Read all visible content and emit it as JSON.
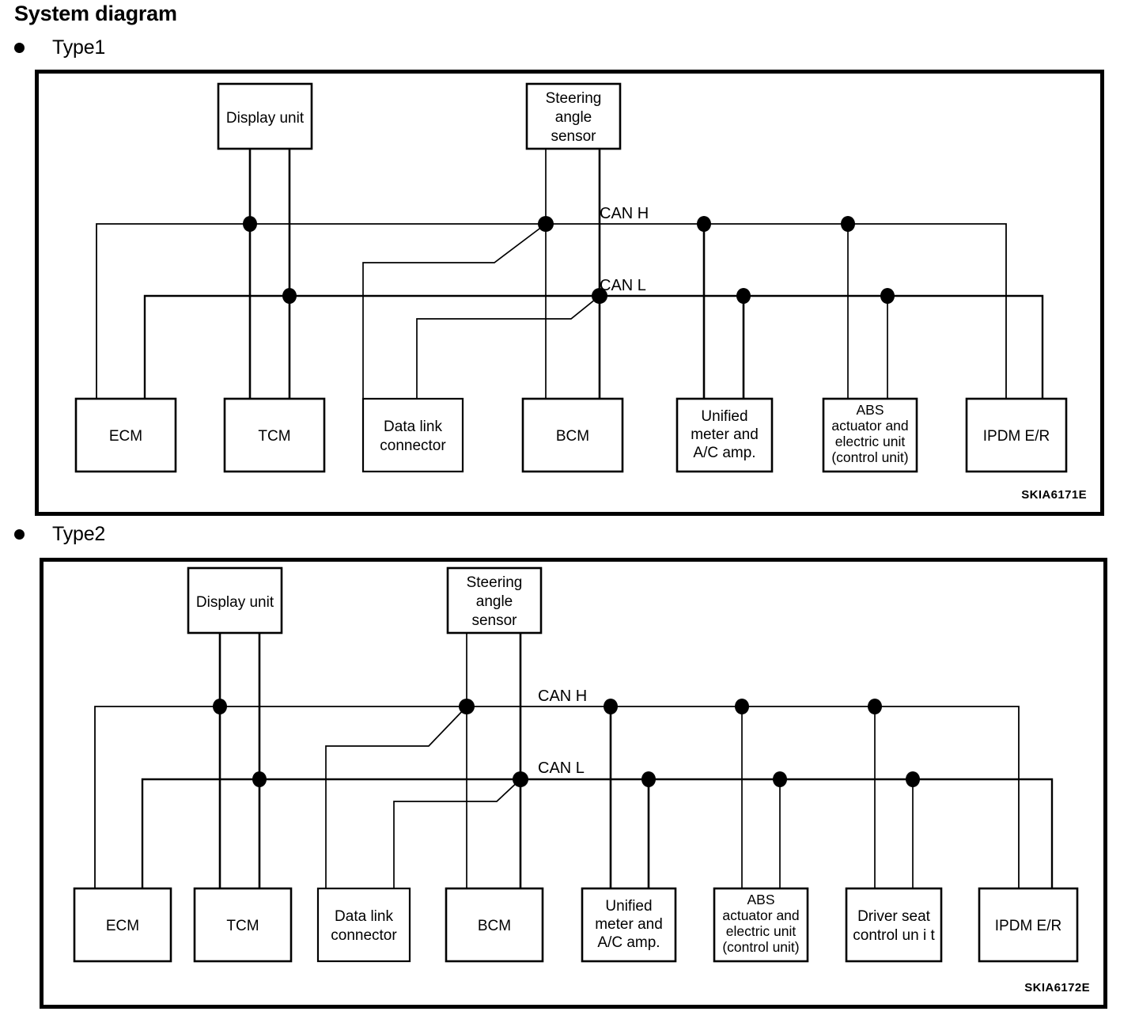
{
  "page": {
    "title": "System diagram"
  },
  "sections": [
    {
      "id": "type1",
      "bullet_label": "Type1",
      "code": "SKIA6171E",
      "bus_labels": {
        "can_h": "CAN H",
        "can_l": "CAN L"
      },
      "top_units": [
        {
          "id": "display-unit",
          "lines": [
            "Display unit"
          ]
        },
        {
          "id": "steering-angle-sensor",
          "lines": [
            "Steering",
            "angle",
            "sensor"
          ]
        }
      ],
      "bottom_units": [
        {
          "id": "ecm",
          "lines": [
            "ECM"
          ]
        },
        {
          "id": "tcm",
          "lines": [
            "TCM"
          ]
        },
        {
          "id": "data-link-connector",
          "lines": [
            "Data link",
            "connector"
          ]
        },
        {
          "id": "bcm",
          "lines": [
            "BCM"
          ]
        },
        {
          "id": "unified-meter-and-ac-amp",
          "lines": [
            "Unified",
            "meter and",
            "A/C amp."
          ]
        },
        {
          "id": "abs-actuator-and-electric-unit",
          "lines": [
            "ABS",
            "actuator and",
            "electric unit",
            "(control unit)"
          ]
        },
        {
          "id": "ipdm-er",
          "lines": [
            "IPDM E/R"
          ]
        }
      ]
    },
    {
      "id": "type2",
      "bullet_label": "Type2",
      "code": "SKIA6172E",
      "bus_labels": {
        "can_h": "CAN H",
        "can_l": "CAN L"
      },
      "top_units": [
        {
          "id": "display-unit",
          "lines": [
            "Display unit"
          ]
        },
        {
          "id": "steering-angle-sensor",
          "lines": [
            "Steering",
            "angle",
            "sensor"
          ]
        }
      ],
      "bottom_units": [
        {
          "id": "ecm",
          "lines": [
            "ECM"
          ]
        },
        {
          "id": "tcm",
          "lines": [
            "TCM"
          ]
        },
        {
          "id": "data-link-connector",
          "lines": [
            "Data link",
            "connector"
          ]
        },
        {
          "id": "bcm",
          "lines": [
            "BCM"
          ]
        },
        {
          "id": "unified-meter-and-ac-amp",
          "lines": [
            "Unified",
            "meter and",
            "A/C amp."
          ]
        },
        {
          "id": "abs-actuator-and-electric-unit",
          "lines": [
            "ABS",
            "actuator and",
            "electric unit",
            "(control unit)"
          ]
        },
        {
          "id": "driver-seat-control-unit",
          "lines": [
            "Driver seat",
            "control un i t"
          ]
        },
        {
          "id": "ipdm-er",
          "lines": [
            "IPDM E/R"
          ]
        }
      ]
    }
  ]
}
